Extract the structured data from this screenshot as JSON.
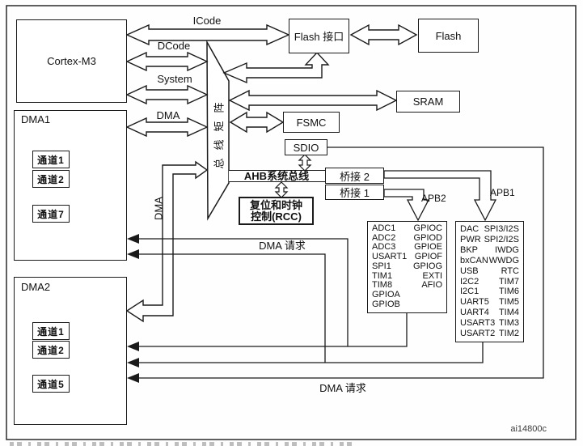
{
  "figure": {
    "code": "ai14800c"
  },
  "cortex": {
    "title": "Cortex-M3"
  },
  "mem": {
    "flash_if": "Flash 接口",
    "flash": "Flash",
    "sram": "SRAM",
    "fsmc": "FSMC",
    "sdio": "SDIO"
  },
  "bus": {
    "icode": "ICode",
    "dcode": "DCode",
    "system": "System",
    "dma": "DMA",
    "dma_vertical": "DMA",
    "matrix": "总线矩阵",
    "ahb": "AHB系统总线",
    "apb2": "APB2",
    "apb1": "APB1"
  },
  "bridges": {
    "bridge2": "桥接 2",
    "bridge1": "桥接 1"
  },
  "rcc": {
    "line1": "复位和时钟",
    "line2": "控制(RCC)"
  },
  "requests": {
    "upper": "DMA 请求",
    "lower": "DMA 请求"
  },
  "dma1": {
    "title": "DMA1",
    "channels": [
      "通道1",
      "通道2",
      "通道7"
    ]
  },
  "dma2": {
    "title": "DMA2",
    "channels": [
      "通道1",
      "通道2",
      "通道5"
    ]
  },
  "apb2_peripherals": {
    "left": [
      "ADC1",
      "ADC2",
      "ADC3",
      "USART1",
      "SPI1",
      "TIM1",
      "TIM8",
      "GPIOA",
      "GPIOB"
    ],
    "right": [
      "GPIOC",
      "GPIOD",
      "GPIOE",
      "GPIOF",
      "GPIOG",
      "EXTI",
      "AFIO"
    ]
  },
  "apb1_peripherals": {
    "left": [
      "DAC",
      "PWR",
      "BKP",
      "bxCAN",
      "USB",
      "I2C2",
      "I2C1",
      "UART5",
      "UART4",
      "USART3",
      "USART2"
    ],
    "right": [
      "SPI3/I2S",
      "SPI2/I2S",
      "IWDG",
      "WWDG",
      "RTC",
      "TIM7",
      "TIM6",
      "TIM5",
      "TIM4",
      "TIM3",
      "TIM2"
    ]
  }
}
